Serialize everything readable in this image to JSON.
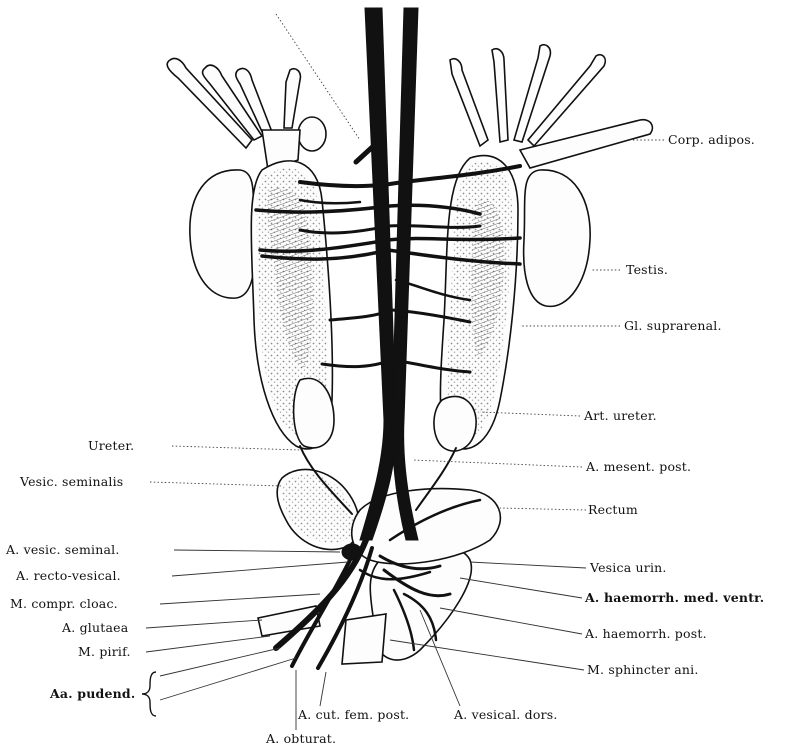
{
  "labels": {
    "corp_adipos": "Corp. adipos.",
    "testis": "Testis.",
    "gl_suprarenal": "Gl. suprarenal.",
    "art_ureter": "Art. ureter.",
    "a_mesent_post": "A. mesent. post.",
    "rectum": "Rectum",
    "vesica_urin": "Vesica urin.",
    "a_haemorrh_med_ventr": "A. haemorrh. med. ventr.",
    "a_haemorrh_post": "A. haemorrh. post.",
    "m_sphincter_ani": "M. sphincter ani.",
    "a_vesical_dors": "A. vesical. dors.",
    "a_cut_fem_post": "A. cut. fem. post.",
    "a_obturat": "A. obturat.",
    "ureter": "Ureter.",
    "vesic_seminalis": "Vesic. seminalis",
    "a_vesic_seminal": "A. vesic. seminal.",
    "a_recto_vesical": "A. recto-vesical.",
    "m_compr_cloac": "M. compr. cloac.",
    "a_glutaea": "A. glutaea",
    "m_pirif": "M. pirif.",
    "aa_pudend": "Aa. pudend."
  }
}
